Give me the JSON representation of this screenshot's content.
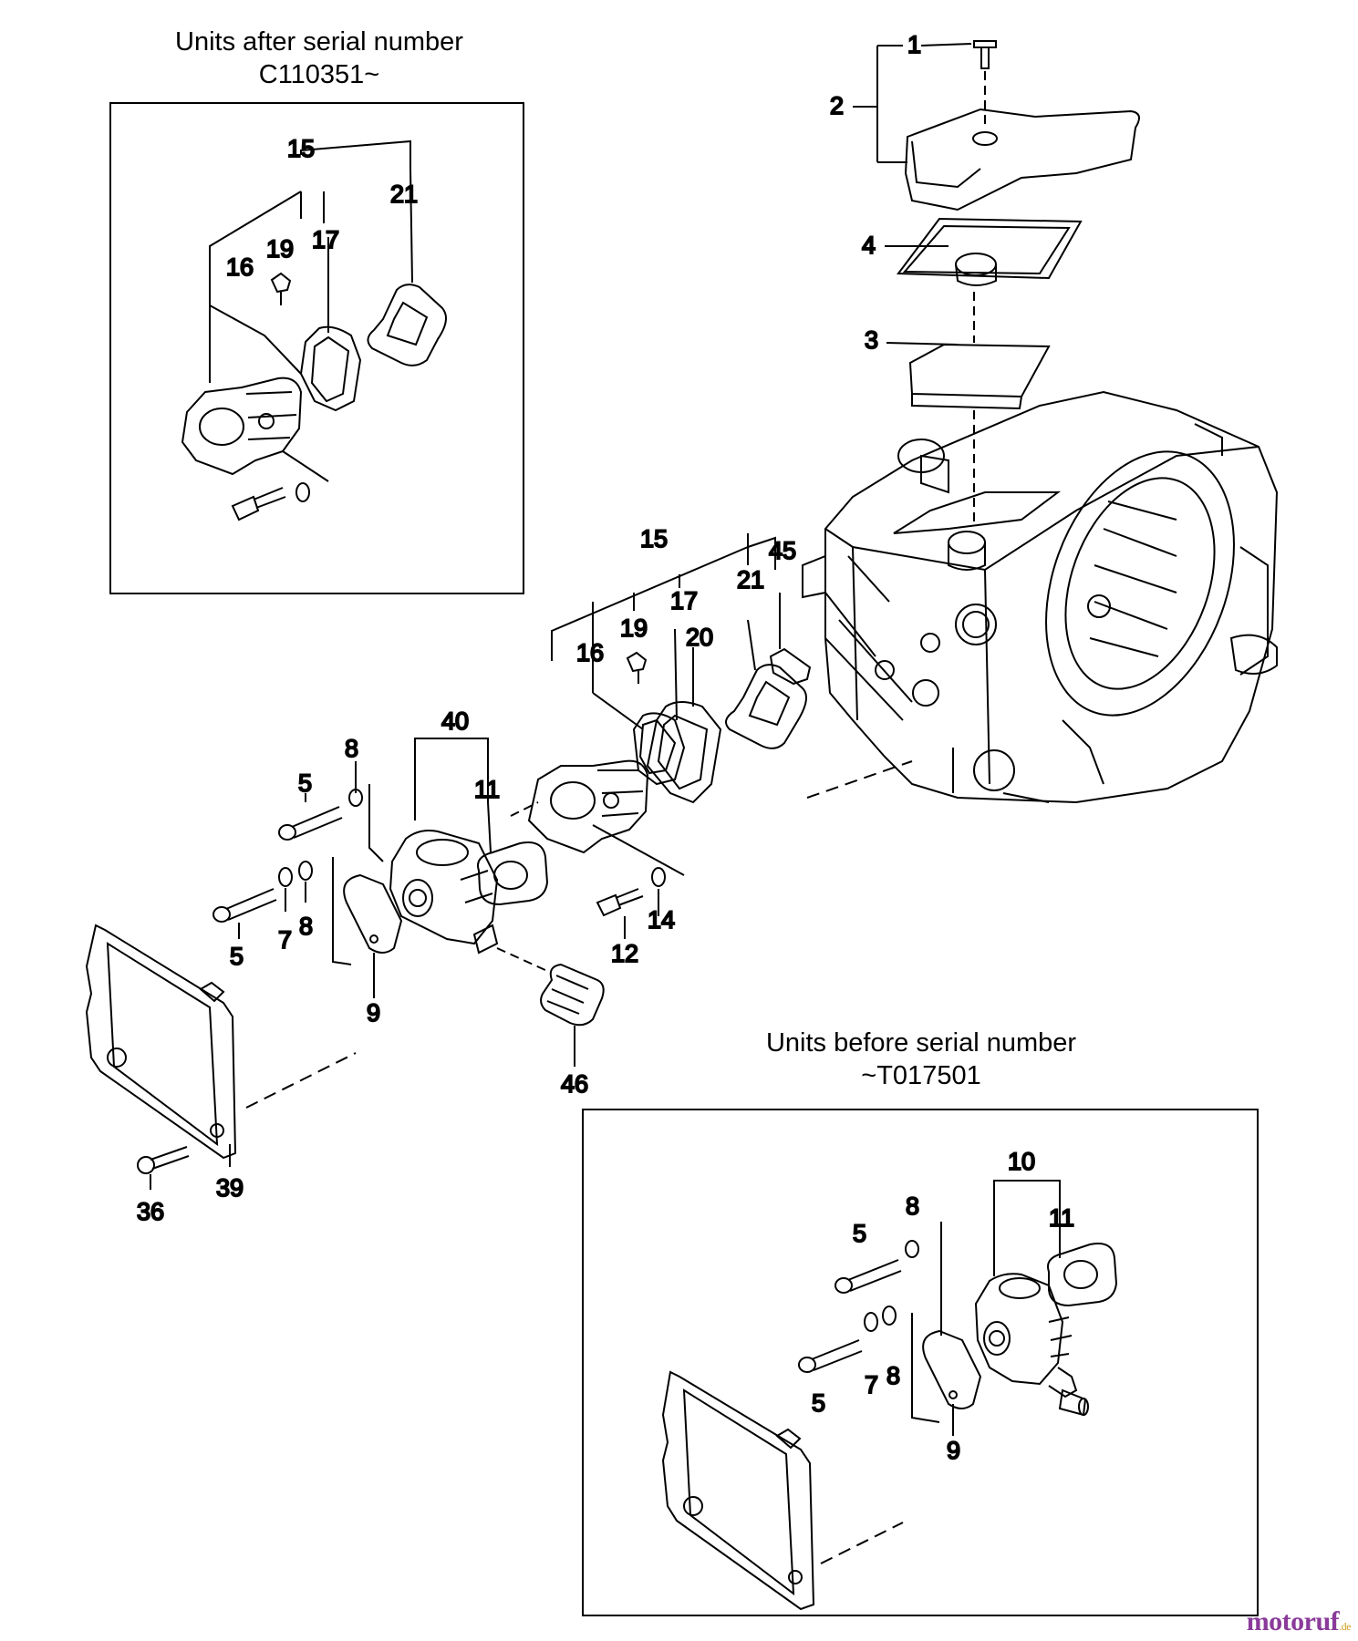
{
  "insets": {
    "after": {
      "line1": "Units after serial number",
      "line2": "C110351~"
    },
    "before": {
      "line1": "Units before serial number",
      "line2": "~T017501"
    }
  },
  "main_labels": {
    "p1": "1",
    "p2": "2",
    "p3": "3",
    "p4": "4",
    "p5a": "5",
    "p5b": "5",
    "p7": "7",
    "p8a": "8",
    "p8b": "8",
    "p9": "9",
    "p11": "11",
    "p12": "12",
    "p14": "14",
    "p15": "15",
    "p16": "16",
    "p17": "17",
    "p19": "19",
    "p20": "20",
    "p21": "21",
    "p36": "36",
    "p39": "39",
    "p40": "40",
    "p45": "45",
    "p46": "46"
  },
  "after_labels": {
    "p15": "15",
    "p16": "16",
    "p17": "17",
    "p19": "19",
    "p21": "21"
  },
  "before_labels": {
    "p5a": "5",
    "p5b": "5",
    "p7": "7",
    "p8a": "8",
    "p8b": "8",
    "p9": "9",
    "p10": "10",
    "p11": "11"
  },
  "watermark": {
    "brand": "motoruf",
    "tld": ".de"
  },
  "colors": {
    "line": "#000000",
    "watermark_brand": "#8a3b9a",
    "watermark_accent": "#d0a020"
  }
}
